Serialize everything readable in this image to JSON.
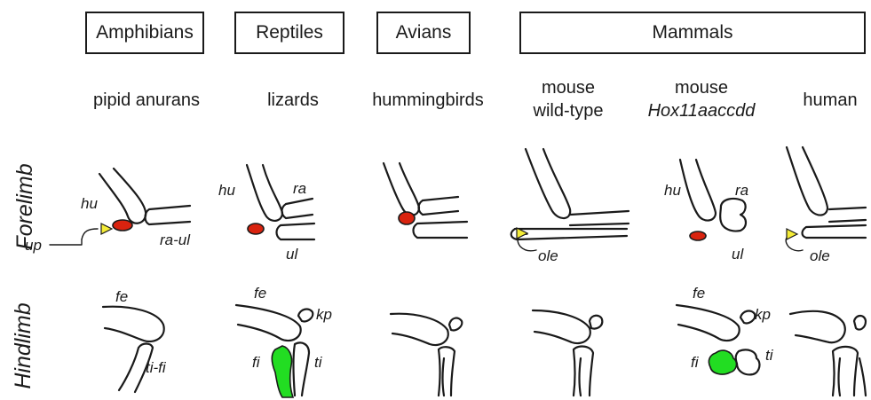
{
  "groups": {
    "amphibians": "Amphibians",
    "reptiles": "Reptiles",
    "avians": "Avians",
    "mammals": "Mammals"
  },
  "species": {
    "pipid": "pipid anurans",
    "lizards": "lizards",
    "hummingbirds": "hummingbirds",
    "mouse_wt_line1": "mouse",
    "mouse_wt_line2": "wild-type",
    "mouse_hox_line1": "mouse",
    "mouse_hox_line2": "Hox11aaccdd",
    "human": "human"
  },
  "rows": {
    "forelimb": "Forelimb",
    "hindlimb": "Hindlimb"
  },
  "labels": {
    "hu": "hu",
    "up": "up",
    "ra_ul": "ra-ul",
    "ra": "ra",
    "ul": "ul",
    "ole": "ole",
    "fe": "fe",
    "ti_fi": "ti-fi",
    "kp": "kp",
    "fi": "fi",
    "ti": "ti"
  },
  "colors": {
    "sesamoid_red": "#d9230f",
    "fibula_green": "#22dd22",
    "arrow_yellow": "#f4ec37"
  }
}
